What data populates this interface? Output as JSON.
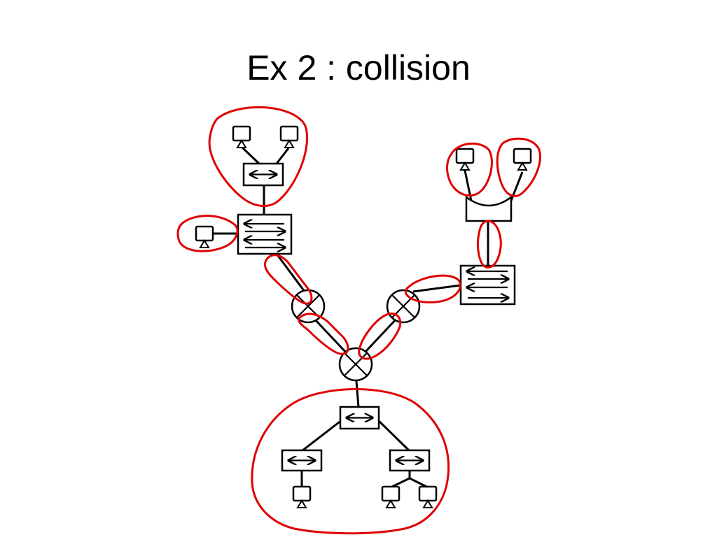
{
  "slide": {
    "title": "Ex 2 : collision"
  },
  "colors": {
    "collision_domain_outline": "#e00000",
    "device_line": "#000000",
    "background": "#ffffff"
  },
  "diagram": {
    "devices": {
      "bridges": 4,
      "switches": 2,
      "routers": 3,
      "hubs": 1,
      "hosts": 8
    },
    "icons": {
      "bridge": "bidirectional-arrow-box-icon",
      "switch": "multi-arrow-box-icon",
      "router": "circle-cross-icon",
      "hub": "hub-icon",
      "host": "computer-terminal-icon"
    }
  }
}
